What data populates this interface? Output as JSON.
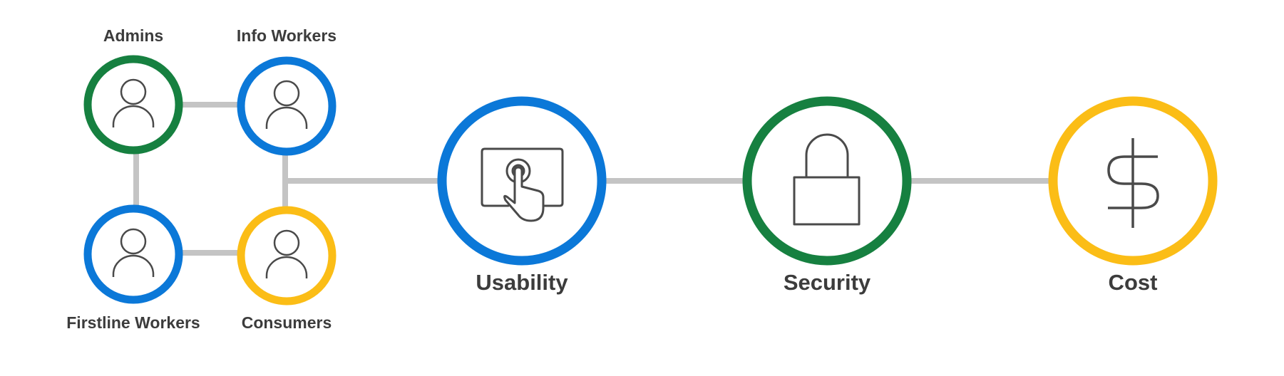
{
  "colors": {
    "connector": "#c4c4c4",
    "icon_stroke": "#4a4a4a",
    "green": "#168040",
    "blue": "#0b78d8",
    "yellow": "#fbbd16",
    "label": "#3c3c3c"
  },
  "personas": [
    {
      "id": "admins",
      "label": "Admins",
      "color": "green",
      "icon": "person-icon"
    },
    {
      "id": "info-workers",
      "label": "Info Workers",
      "color": "blue",
      "icon": "person-icon"
    },
    {
      "id": "firstline-workers",
      "label": "Firstline Workers",
      "color": "blue",
      "icon": "person-icon"
    },
    {
      "id": "consumers",
      "label": "Consumers",
      "color": "yellow",
      "icon": "person-icon"
    }
  ],
  "pillars": [
    {
      "id": "usability",
      "label": "Usability",
      "color": "blue",
      "icon": "touch-screen-icon"
    },
    {
      "id": "security",
      "label": "Security",
      "color": "green",
      "icon": "lock-icon"
    },
    {
      "id": "cost",
      "label": "Cost",
      "color": "yellow",
      "icon": "dollar-icon"
    }
  ]
}
